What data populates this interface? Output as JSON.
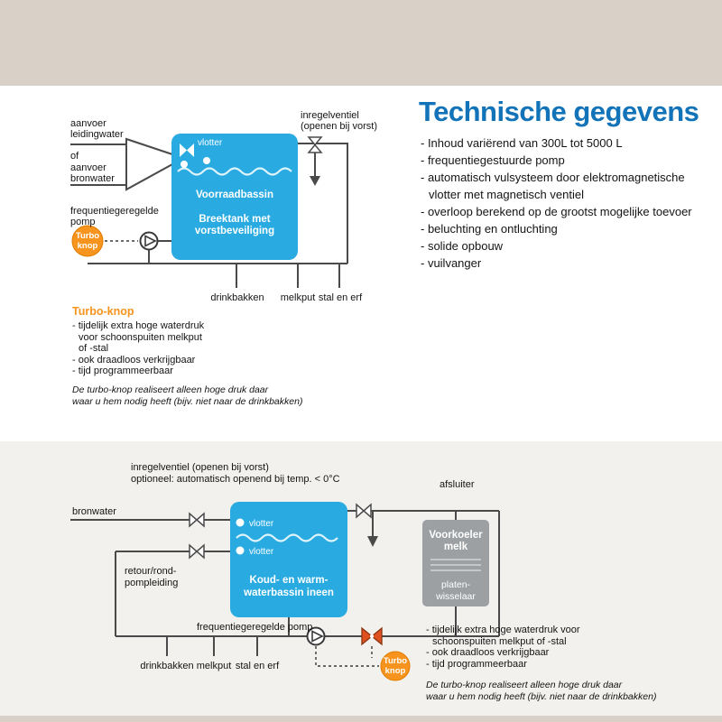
{
  "colors": {
    "page_background": "#d9d0c7",
    "panel_top": "#ffffff",
    "panel_bottom": "#f3f1ed",
    "tank_blue": "#29abe2",
    "heading_blue": "#1273b8",
    "accent_orange": "#f7941e",
    "pipe_gray": "#4a4a4a",
    "exchanger_gray": "#9da0a3",
    "valve_red": "#df511e"
  },
  "tech": {
    "title": "Technische gegevens",
    "lines": [
      "- Inhoud variërend van 300L tot 5000 L",
      "- frequentiegestuurde pomp",
      "- automatisch vulsysteem door elektromagnetische",
      "vlotter met magnetisch ventiel",
      "- overloop berekend op de grootst mogelijke toevoer",
      "- beluchting en ontluchting",
      "- solide opbouw",
      "- vuilvanger"
    ]
  },
  "turbo_info": {
    "title": "Turbo-knop",
    "lines": [
      "- tijdelijk extra hoge waterdruk",
      "voor schoonspuiten melkput",
      "of -stal",
      "- ook draadloos verkrijgbaar",
      "- tijd programmeerbaar"
    ],
    "note1": "De turbo-knop realiseert alleen hoge druk daar",
    "note2": "waar u hem nodig heeft (bijv. niet naar de drinkbakken)"
  },
  "turbo_info2": {
    "lines": [
      "- tijdelijk extra hoge waterdruk voor",
      "schoonspuiten melkput of -stal",
      "- ook draadloos verkrijgbaar",
      "- tijd programmeerbaar"
    ],
    "note1": "De turbo-knop realiseert alleen hoge druk daar",
    "note2": "waar u hem nodig heeft (bijv. niet naar de drinkbakken)"
  },
  "d1": {
    "supply1_line1": "aanvoer",
    "supply1_line2": "leidingwater",
    "or": "of",
    "supply2_line1": "aanvoer",
    "supply2_line2": "bronwater",
    "valve_label_line1": "inregelventiel",
    "valve_label_line2": "(openen bij vorst)",
    "float_label": "vlotter",
    "tank_line1": "Voorraadbassin",
    "tank_line2": "Breektank met",
    "tank_line3": "vorstbeveiliging",
    "pump_label_line1": "frequentiegeregelde",
    "pump_label_line2": "pomp",
    "turbo_line1": "Turbo",
    "turbo_line2": "knop",
    "outlet1": "drinkbakken",
    "outlet2": "melkput",
    "outlet3": "stal en erf"
  },
  "d2": {
    "valve_label_line1": "inregelventiel (openen bij vorst)",
    "valve_label_line2": "optioneel: automatisch openend bij temp. < 0°C",
    "supply": "bronwater",
    "shutoff_label": "afsluiter",
    "float_label1": "vlotter",
    "float_label2": "vlotter",
    "tank_line1": "Koud- en warm-",
    "tank_line2": "waterbassin ineen",
    "return_line1": "retour/rond-",
    "return_line2": "pompleiding",
    "pump_label": "frequentiegeregelde pomp",
    "cooler_line1": "Voorkoeler",
    "cooler_line2": "melk",
    "cooler_line3": "platen-",
    "cooler_line4": "wisselaar",
    "turbo_line1": "Turbo",
    "turbo_line2": "knop",
    "outlet1": "drinkbakken",
    "outlet2": "melkput",
    "outlet3": "stal en erf"
  }
}
